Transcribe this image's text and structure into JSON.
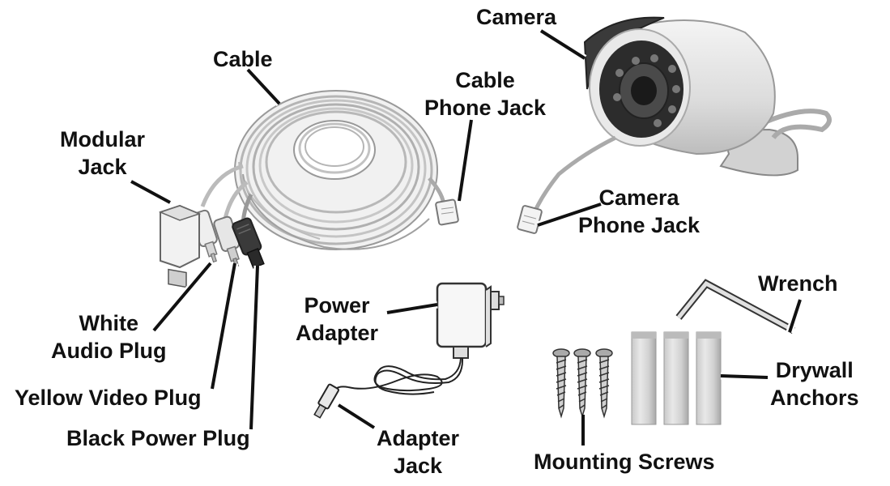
{
  "labels": {
    "camera": "Camera",
    "cable": "Cable",
    "cable_phone_jack": [
      "Cable",
      "Phone Jack"
    ],
    "modular_jack": [
      "Modular",
      "Jack"
    ],
    "camera_phone_jack": [
      "Camera",
      "Phone Jack"
    ],
    "white_audio_plug": [
      "White",
      "Audio Plug"
    ],
    "yellow_video_plug": "Yellow Video Plug",
    "black_power_plug": "Black Power Plug",
    "power_adapter": [
      "Power",
      "Adapter"
    ],
    "adapter_jack": [
      "Adapter",
      "Jack"
    ],
    "wrench": "Wrench",
    "drywall_anchors": [
      "Drywall",
      "Anchors"
    ],
    "mounting_screws": "Mounting Screws"
  }
}
